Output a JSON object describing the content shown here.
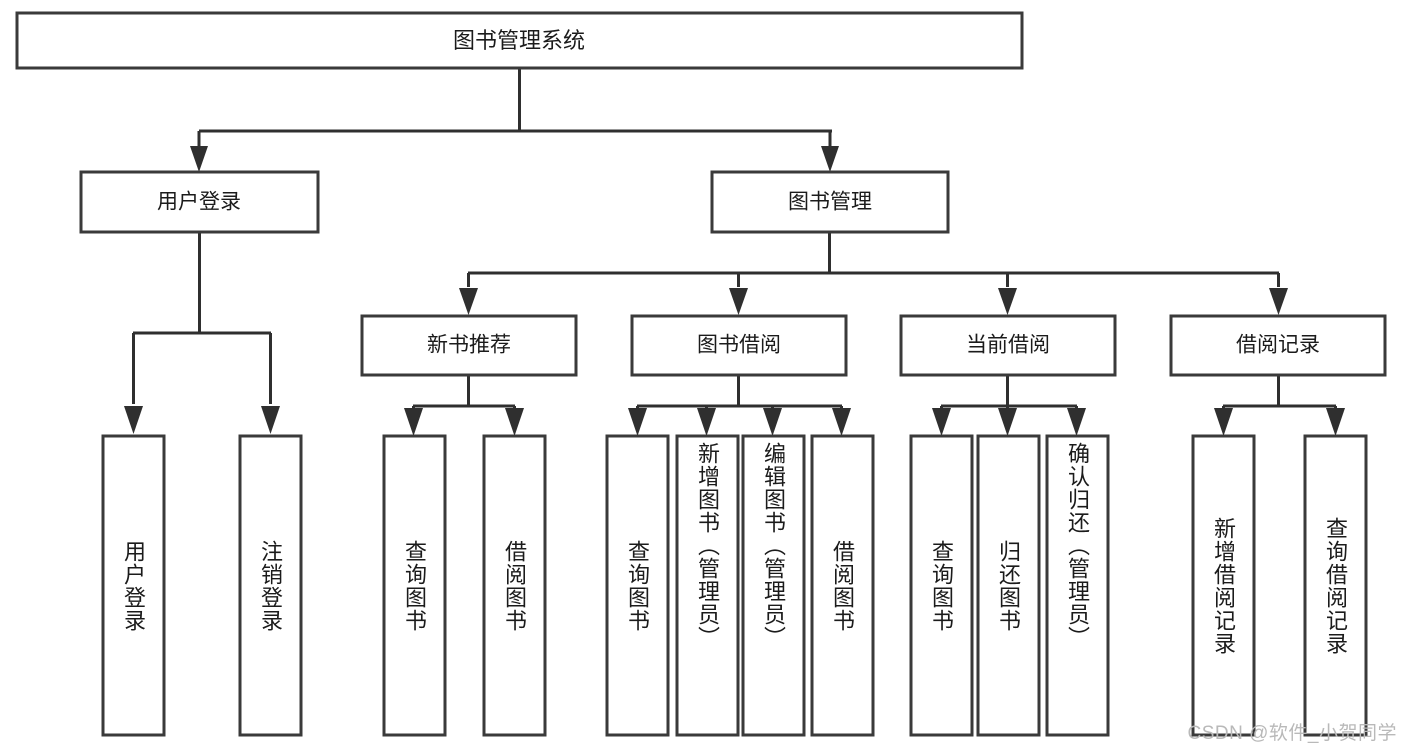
{
  "diagram": {
    "type": "tree-hierarchy",
    "title_node": {
      "id": "root",
      "label": "图书管理系统"
    },
    "level2": [
      {
        "id": "login",
        "label": "用户登录"
      },
      {
        "id": "bookmgmt",
        "label": "图书管理"
      }
    ],
    "level3": [
      {
        "id": "newbook",
        "label": "新书推荐",
        "parent": "bookmgmt"
      },
      {
        "id": "borrow",
        "label": "图书借阅",
        "parent": "bookmgmt"
      },
      {
        "id": "current",
        "label": "当前借阅",
        "parent": "bookmgmt"
      },
      {
        "id": "record",
        "label": "借阅记录",
        "parent": "bookmgmt"
      }
    ],
    "leaves": [
      {
        "id": "leaf-user-login",
        "label": "用户登录",
        "parent": "login"
      },
      {
        "id": "leaf-logout",
        "label": "注销登录",
        "parent": "login"
      },
      {
        "id": "leaf-query-book-new",
        "label": "查询图书",
        "parent": "newbook"
      },
      {
        "id": "leaf-borrow-book-new",
        "label": "借阅图书",
        "parent": "newbook"
      },
      {
        "id": "leaf-query-book-borrow",
        "label": "查询图书",
        "parent": "borrow"
      },
      {
        "id": "leaf-add-book",
        "label": "新增图书（管理员）",
        "parent": "borrow"
      },
      {
        "id": "leaf-edit-book",
        "label": "编辑图书（管理员）",
        "parent": "borrow"
      },
      {
        "id": "leaf-borrow-book",
        "label": "借阅图书",
        "parent": "borrow"
      },
      {
        "id": "leaf-query-book-current",
        "label": "查询图书",
        "parent": "current"
      },
      {
        "id": "leaf-return-book",
        "label": "归还图书",
        "parent": "current"
      },
      {
        "id": "leaf-confirm-return",
        "label": "确认归还（管理员）",
        "parent": "current"
      },
      {
        "id": "leaf-add-record",
        "label": "新增借阅记录",
        "parent": "record"
      },
      {
        "id": "leaf-query-record",
        "label": "查询借阅记录",
        "parent": "record"
      }
    ],
    "colors": {
      "box_stroke": "#3a3a3a",
      "box_fill": "#ffffff",
      "connector": "#2f2f2f",
      "text": "#1b1b1b",
      "background": "#ffffff",
      "watermark": "#b9b9b9"
    }
  },
  "watermark": {
    "text": "CSDN @软件_小贺同学"
  }
}
